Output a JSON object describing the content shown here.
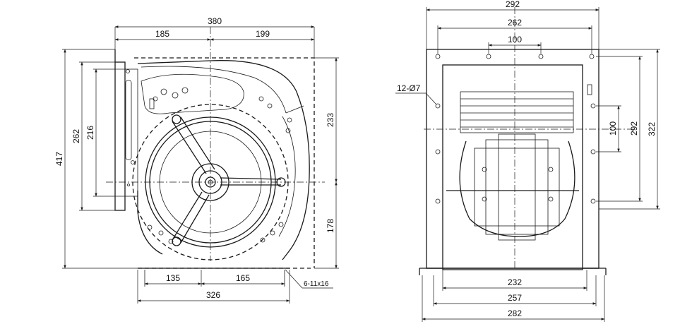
{
  "side_view": {
    "dims": {
      "width_total": "380",
      "width_left": "185",
      "width_right": "199",
      "height_total": "417",
      "height_flange": "262",
      "height_inner": "216",
      "height_upper_right": "233",
      "height_lower_right": "178",
      "outlet_left": "135",
      "outlet_right": "165",
      "outlet_total": "326",
      "slot_note": "6-11x16"
    }
  },
  "front_view": {
    "dims": {
      "width_total": "292",
      "width_holes": "262",
      "width_center_holes": "100",
      "hole_note": "12-Ø7",
      "height_center": "100",
      "height_holes": "292",
      "height_total": "322",
      "base_inner": "232",
      "base_mid": "257",
      "base_outer": "282"
    }
  }
}
